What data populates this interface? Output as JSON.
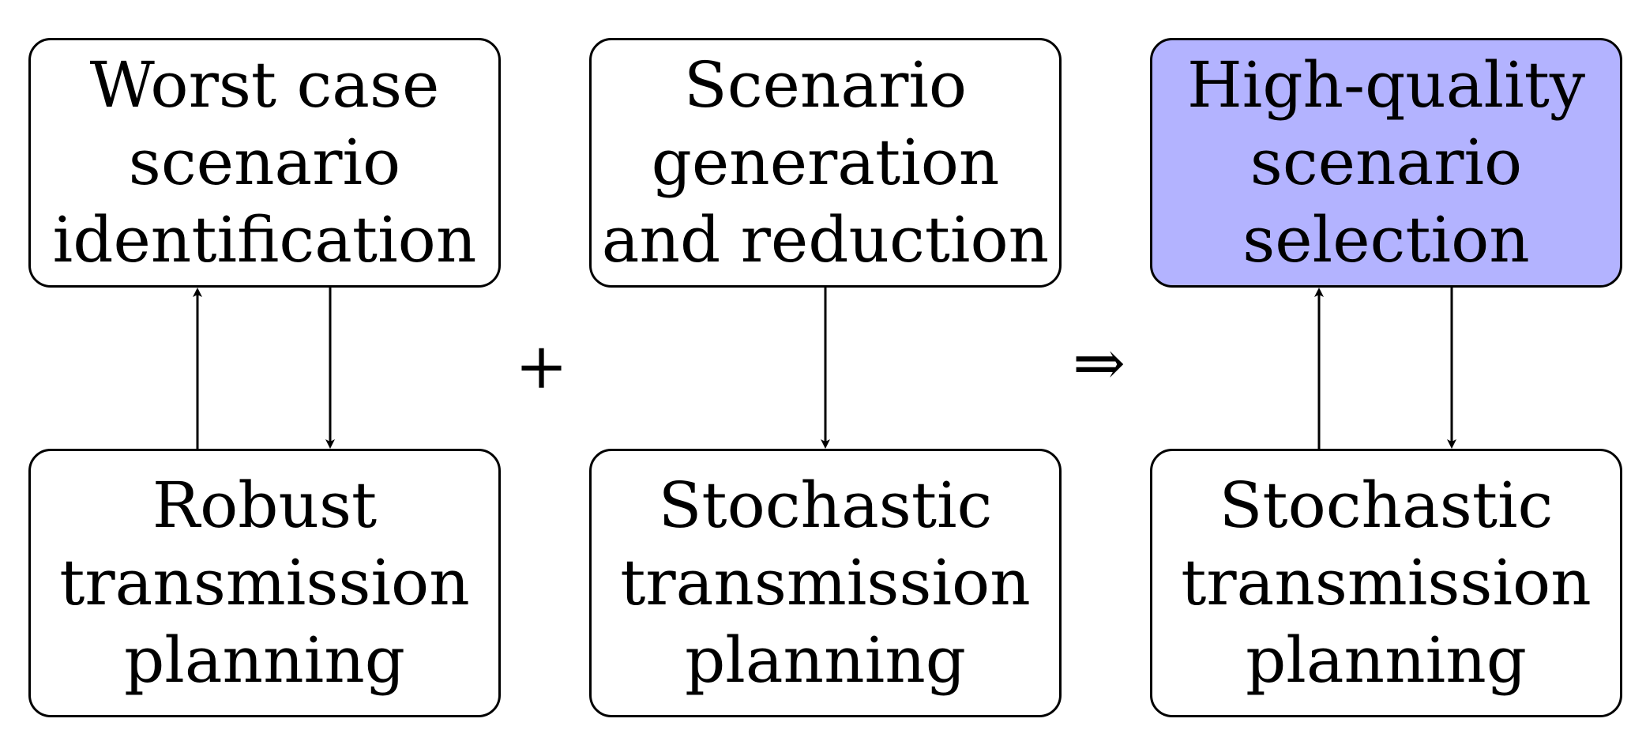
{
  "boxes": {
    "worst_case": {
      "lines": [
        "Worst case",
        "scenario",
        "identification"
      ]
    },
    "robust": {
      "lines": [
        "Robust",
        "transmission",
        "planning"
      ]
    },
    "scen_gen": {
      "lines": [
        "Scenario",
        "generation",
        "and reduction"
      ]
    },
    "stoch_mid": {
      "lines": [
        "Stochastic",
        "transmission",
        "planning"
      ]
    },
    "hq": {
      "lines": [
        "High-quality",
        "scenario",
        "selection"
      ]
    },
    "stoch_right": {
      "lines": [
        "Stochastic",
        "transmission",
        "planning"
      ]
    }
  },
  "operators": {
    "plus": "+",
    "implies": "⇒"
  },
  "colors": {
    "highlight": "#b3b3ff",
    "stroke": "#000000"
  }
}
